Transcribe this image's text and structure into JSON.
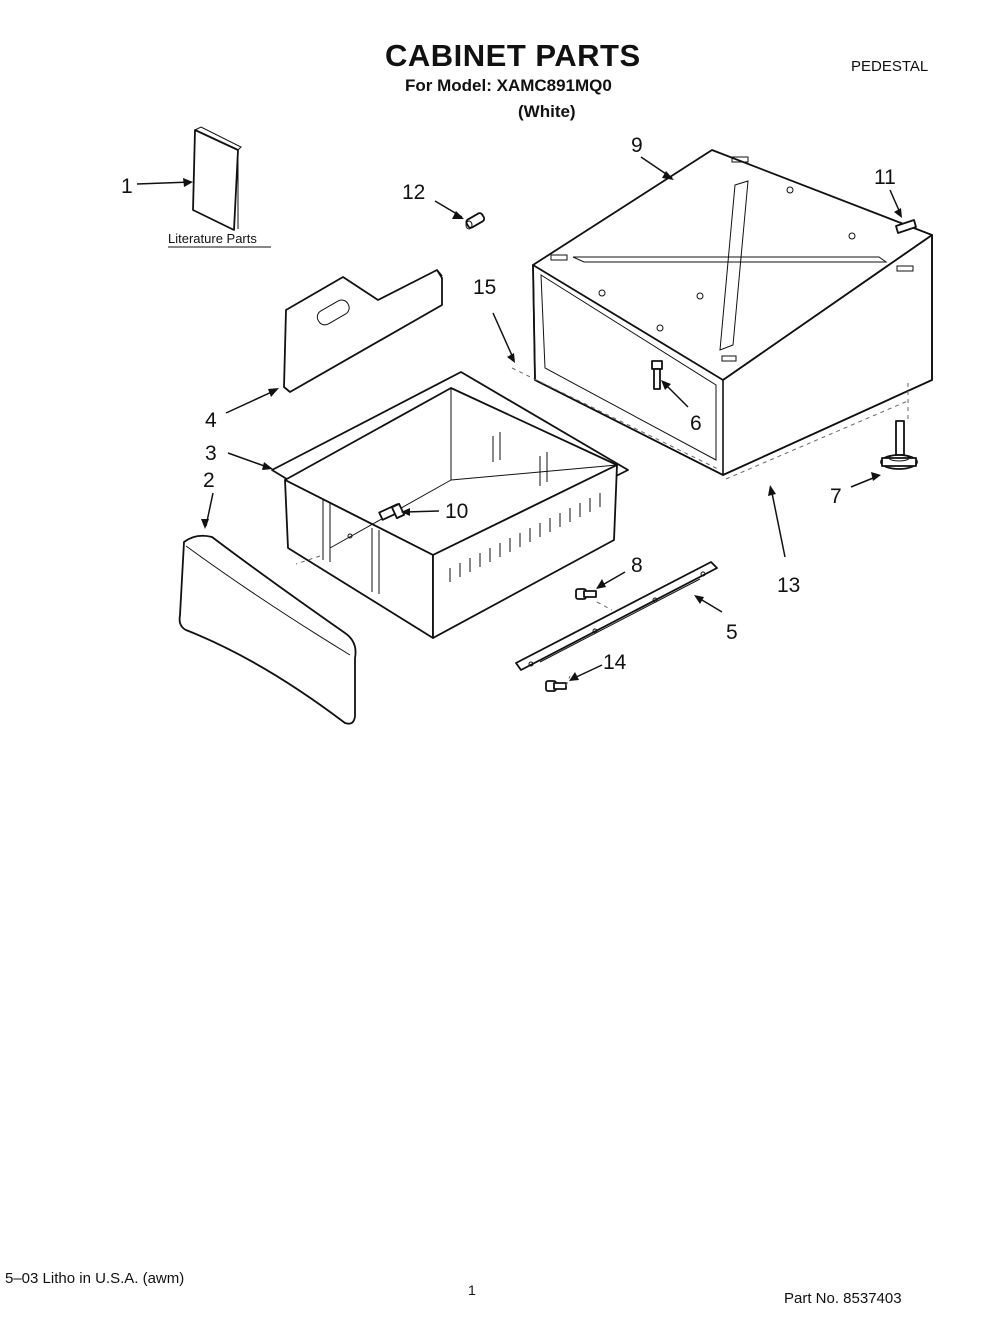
{
  "header": {
    "title": "CABINET PARTS",
    "model_line": "For Model: XAMC891MQ0",
    "variant": "(White)",
    "section": "PEDESTAL"
  },
  "literature_label": "Literature Parts",
  "callouts": [
    "1",
    "2",
    "3",
    "4",
    "5",
    "6",
    "7",
    "8",
    "9",
    "10",
    "11",
    "12",
    "13",
    "14",
    "15"
  ],
  "footer": {
    "litho": "5–03 Litho in U.S.A. (awm)",
    "page": "1",
    "part_no": "Part No. 8537403"
  }
}
